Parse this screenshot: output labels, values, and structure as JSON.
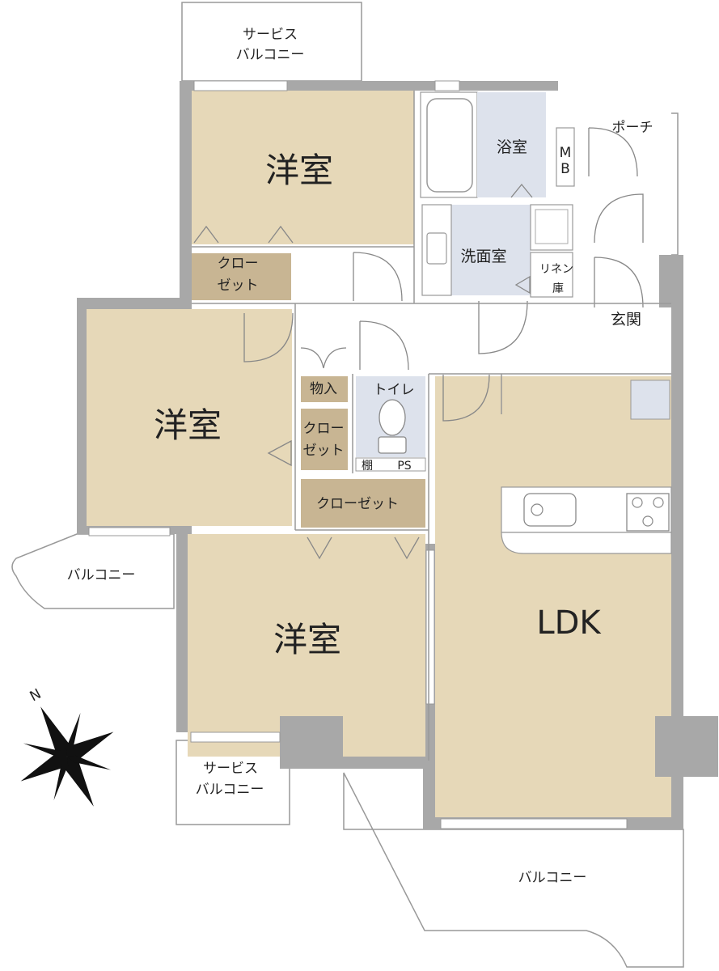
{
  "colors": {
    "wall": "#a8a8a8",
    "room_wood": "#e6d8b8",
    "closet": "#c8b593",
    "wet_area": "#dde2ec",
    "floor_light": "#ffffff",
    "outline": "#999999"
  },
  "rooms": {
    "western_top": "洋室",
    "western_left": "洋室",
    "western_bottom": "洋室",
    "ldk": "LDK",
    "bath": "浴室",
    "washroom": "洗面室",
    "toilet": "トイレ",
    "entrance": "玄関",
    "porch": "ポーチ"
  },
  "storage": {
    "closet_top_l1": "クロー",
    "closet_top_l2": "ゼット",
    "closet_mid_l1": "クロー",
    "closet_mid_l2": "ゼット",
    "closet_wide": "クローゼット",
    "storage_small": "物入",
    "linen_l1": "リネン",
    "linen_l2": "庫",
    "shelf": "棚",
    "ps": "PS",
    "mb_l1": "M",
    "mb_l2": "B"
  },
  "balconies": {
    "service_top_l1": "サービス",
    "service_top_l2": "バルコニー",
    "service_bottom_l1": "サービス",
    "service_bottom_l2": "バルコニー",
    "left": "バルコニー",
    "bottom": "バルコニー"
  },
  "compass": {
    "north": "N"
  }
}
